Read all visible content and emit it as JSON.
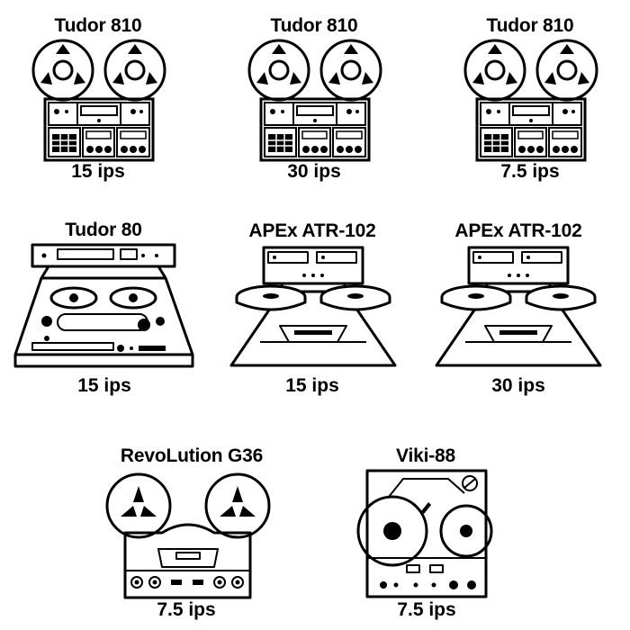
{
  "machines": [
    {
      "model": "Tudor 810",
      "speed": "15 ips",
      "icon": "reel-to-reel-deck-icon"
    },
    {
      "model": "Tudor 810",
      "speed": "30 ips",
      "icon": "reel-to-reel-deck-icon"
    },
    {
      "model": "Tudor 810",
      "speed": "7.5 ips",
      "icon": "reel-to-reel-deck-icon"
    },
    {
      "model": "Tudor 80",
      "speed": "15 ips",
      "icon": "console-tape-machine-icon"
    },
    {
      "model": "APEx ATR-102",
      "speed": "15 ips",
      "icon": "studio-tape-machine-icon"
    },
    {
      "model": "APEx ATR-102",
      "speed": "30 ips",
      "icon": "studio-tape-machine-icon"
    },
    {
      "model": "RevoLution G36",
      "speed": "7.5 ips",
      "icon": "three-spoke-reel-deck-icon"
    },
    {
      "model": "Viki-88",
      "speed": "7.5 ips",
      "icon": "portable-tape-recorder-icon"
    }
  ]
}
